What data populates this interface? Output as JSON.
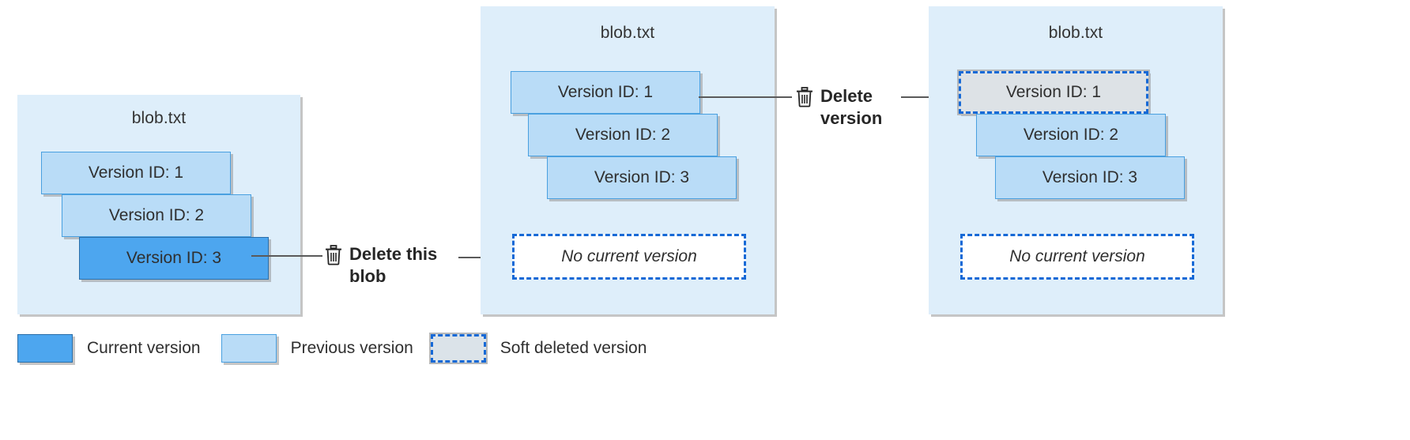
{
  "diagram": {
    "title_semantic": "blob-versioning-delete-lifecycle",
    "colors": {
      "panel_background": "#deeefa",
      "previous_version": "#b9dcf7",
      "previous_version_border": "#49a0e0",
      "current_version": "#4da6ef",
      "current_version_border": "#2b6ea8",
      "soft_deleted_fill": "#dde2e6",
      "soft_deleted_border": "#1669d6",
      "text": "#2f2f2f",
      "connector": "#5a5a5a"
    }
  },
  "panels": [
    {
      "id": "before-delete",
      "title": "blob.txt",
      "versions": [
        {
          "label": "Version ID: 1",
          "state": "previous"
        },
        {
          "label": "Version ID: 2",
          "state": "previous"
        },
        {
          "label": "Version ID: 3",
          "state": "current"
        }
      ],
      "no_current_version": null
    },
    {
      "id": "after-blob-delete",
      "title": "blob.txt",
      "versions": [
        {
          "label": "Version ID: 1",
          "state": "previous"
        },
        {
          "label": "Version ID: 2",
          "state": "previous"
        },
        {
          "label": "Version ID: 3",
          "state": "previous"
        }
      ],
      "no_current_version": "No current version"
    },
    {
      "id": "after-version-delete",
      "title": "blob.txt",
      "versions": [
        {
          "label": "Version ID: 1",
          "state": "soft-deleted"
        },
        {
          "label": "Version ID: 2",
          "state": "previous"
        },
        {
          "label": "Version ID: 3",
          "state": "previous"
        }
      ],
      "no_current_version": "No current version"
    }
  ],
  "actions": [
    {
      "id": "delete-blob",
      "icon": "trash-icon",
      "label": "Delete this\nblob"
    },
    {
      "id": "delete-version",
      "icon": "trash-icon",
      "label": "Delete\nversion"
    }
  ],
  "legend": {
    "items": [
      {
        "label": "Current version",
        "swatch": "current"
      },
      {
        "label": "Previous version",
        "swatch": "previous"
      },
      {
        "label": "Soft deleted version",
        "swatch": "soft-deleted"
      }
    ]
  }
}
